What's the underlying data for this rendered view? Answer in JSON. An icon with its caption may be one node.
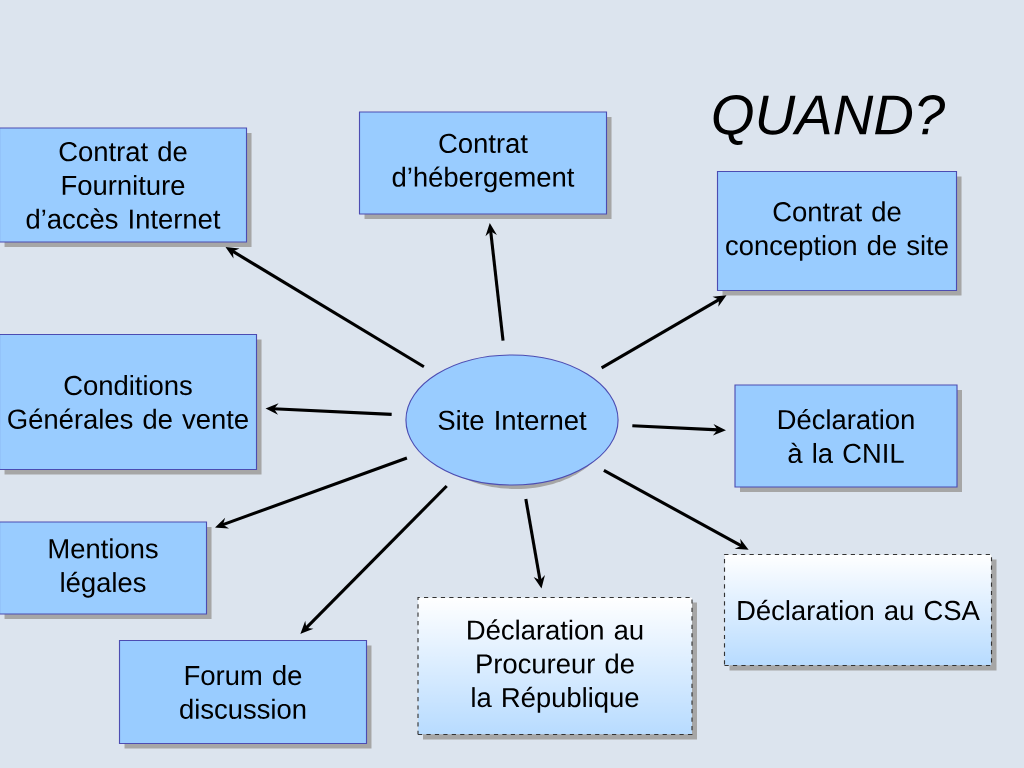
{
  "diagram": {
    "title": "QUAND?",
    "nodes": [
      {
        "text": [
          "Site Internet"
        ]
      },
      {
        "text": [
          "Contrat de Fourniture d’accès Internet"
        ]
      },
      {
        "text": [
          "Contrat d’hébergement"
        ]
      },
      {
        "text": [
          "Contrat de conception de site"
        ]
      },
      {
        "text": [
          "Conditions Générales de vente"
        ]
      },
      {
        "text": [
          "Déclaration à la CNIL"
        ]
      },
      {
        "text": [
          "Mentions légales"
        ]
      },
      {
        "text": [
          "Forum de discussion"
        ]
      },
      {
        "text": [
          "Déclaration au Procureur de la République"
        ]
      },
      {
        "text": [
          "Déclaration au CSA"
        ]
      }
    ],
    "edges": [
      {
        "from": 0,
        "to": 1,
        "arrow": "to"
      },
      {
        "from": 0,
        "to": 2,
        "arrow": "to"
      },
      {
        "from": 0,
        "to": 3,
        "arrow": "to"
      },
      {
        "from": 0,
        "to": 4,
        "arrow": "to"
      },
      {
        "from": 0,
        "to": 5,
        "arrow": "to"
      },
      {
        "from": 0,
        "to": 6,
        "arrow": "to"
      },
      {
        "from": 0,
        "to": 7,
        "arrow": "to"
      },
      {
        "from": 0,
        "to": 8,
        "arrow": "to"
      },
      {
        "from": 0,
        "to": 9,
        "arrow": "to"
      }
    ]
  }
}
